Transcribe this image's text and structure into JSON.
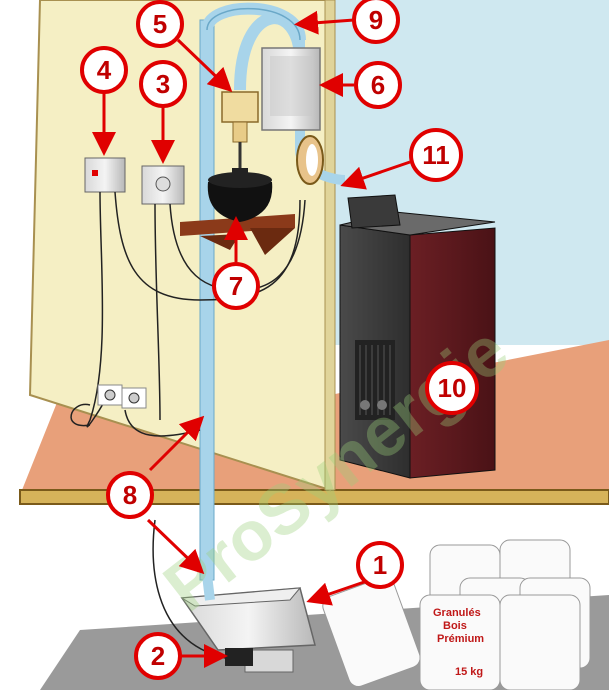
{
  "callouts": [
    "1",
    "2",
    "3",
    "4",
    "5",
    "6",
    "7",
    "8",
    "9",
    "10",
    "11"
  ],
  "bag": {
    "brand": "Granulés",
    "line2": "Bois",
    "line3": "Prémium",
    "weight": "15 kg"
  },
  "watermark": "ProSynergie",
  "colors": {
    "wall": "#f5efc4",
    "floor": "#e8a07a",
    "window": "#cfe8f0",
    "callout_red": "#e00000",
    "stove": "#5a1a1a",
    "tube": "#a8d4ea"
  }
}
